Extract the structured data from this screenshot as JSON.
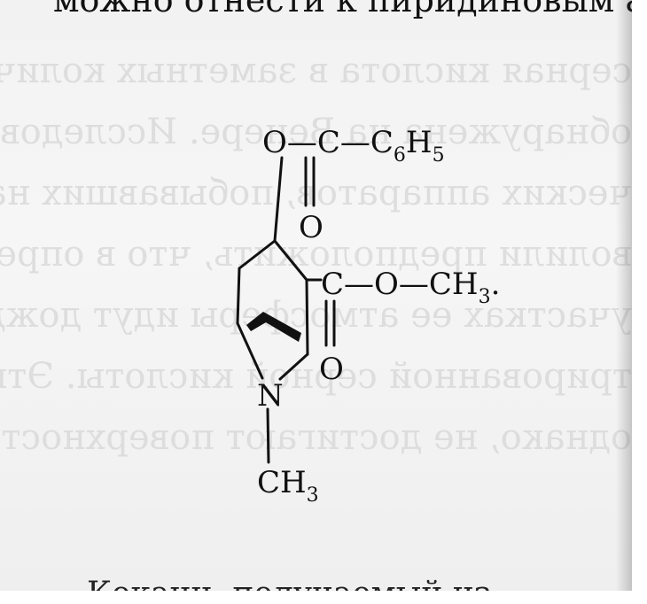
{
  "document": {
    "top_line": "можно отнести к пиридиновым алкалоидам:",
    "bottom_line": "Кокаин, получаемый из"
  },
  "formula": {
    "ester_top": "O—C—C",
    "ester_top_sub": "6",
    "ester_top_h": "H",
    "ester_top_sub2": "5",
    "carbonyl_o_top": "O",
    "ester_right": "C—O—CH",
    "ester_right_sub": "3",
    "trailing_period": ".",
    "carbonyl_o_right": "O",
    "nitrogen": "N",
    "n_methyl": "CH",
    "n_methyl_sub": "3"
  },
  "bleed_through": [
    "серная кислота в заметных количествах",
    "обнаружена на Венере. Исследования косми-",
    "ческих аппаратов, побывавших на Венере, поз-",
    "волили предположить, что в определенных",
    "участках ее атмосферы идут дожди из концен-",
    "трированной серной кислоты. Эти дожди,",
    "однако, не достигают поверхности планеты."
  ]
}
